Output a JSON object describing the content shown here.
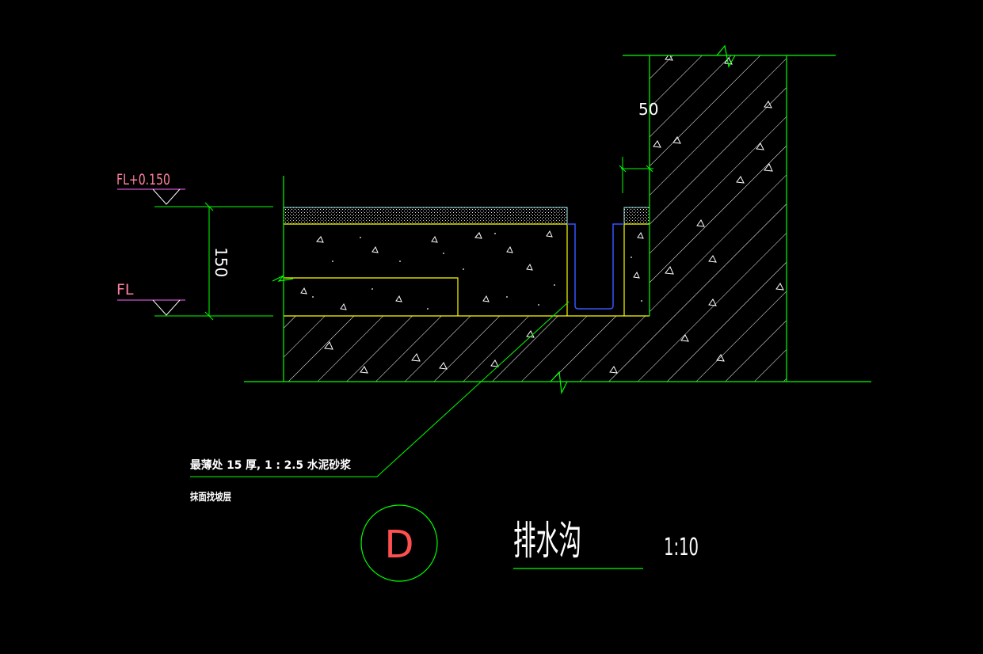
{
  "labels": {
    "level_top": "FL+0.150",
    "level_floor": "FL",
    "dim_height": "150",
    "dim_width": "50",
    "note_line1": "最薄处  15 厚,  1 : 2.5 水泥砂浆",
    "note_line2": "抹面找坡层",
    "detail_mark": "D",
    "title": "排水沟",
    "scale": "1:10"
  },
  "colors": {
    "background": "#000000",
    "green": "#00ff00",
    "yellow": "#ffff00",
    "white": "#ffffff",
    "magenta": "#ff66ff",
    "level_text": "#ff7fa0",
    "blue": "#3355ff",
    "cyan": "#a0e8e8",
    "red": "#ff5050"
  }
}
